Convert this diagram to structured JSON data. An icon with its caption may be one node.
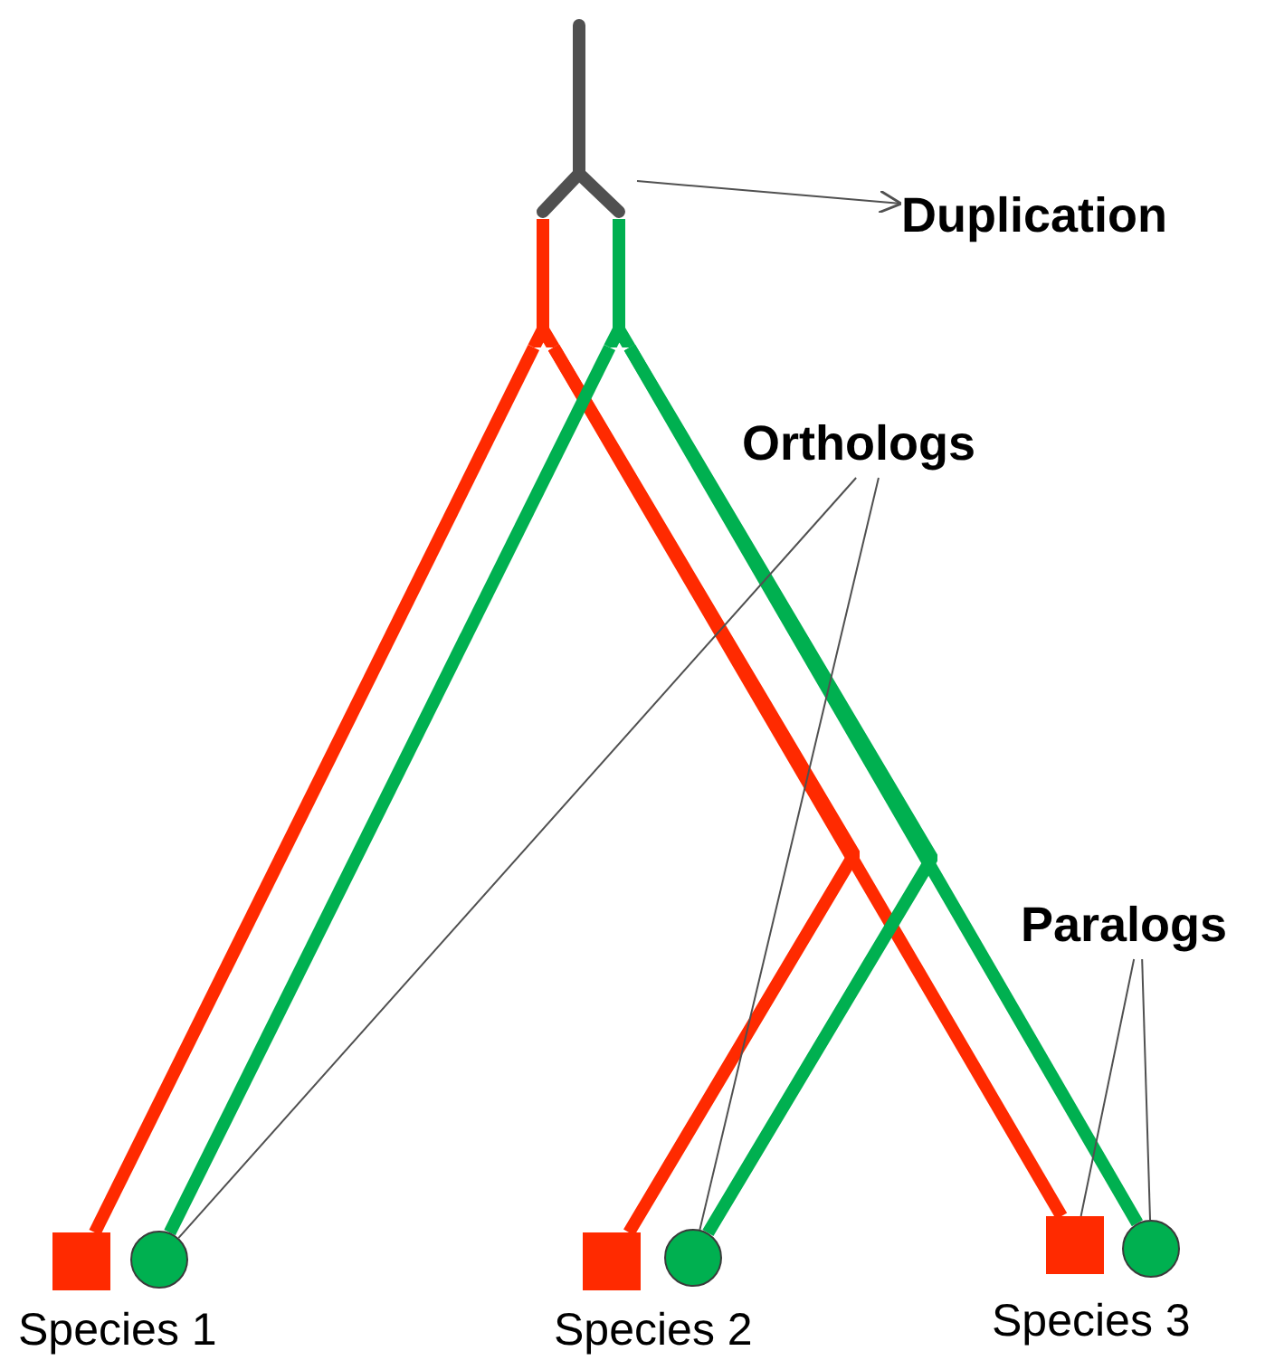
{
  "diagram": {
    "nodes": [
      {
        "text": [
          "Duplication"
        ]
      },
      {
        "text": [
          "Orthologs"
        ]
      },
      {
        "text": [
          "Paralogs"
        ]
      },
      {
        "text": [],
        "shape": "box"
      },
      {
        "text": [],
        "shape": "circle"
      },
      {
        "text": [],
        "shape": "box"
      },
      {
        "text": [],
        "shape": "circle"
      },
      {
        "text": [],
        "shape": "box"
      },
      {
        "text": [],
        "shape": "circle"
      },
      {
        "text": [],
        "shape": "fork"
      }
    ],
    "edges": [
      {
        "from": 9,
        "to": 0,
        "arrow": "to"
      },
      {
        "from": 1,
        "to": 4,
        "arrow": "none"
      },
      {
        "from": 1,
        "to": 6,
        "arrow": "none"
      },
      {
        "from": 2,
        "to": 7,
        "arrow": "none"
      },
      {
        "from": 2,
        "to": 8,
        "arrow": "none"
      },
      {
        "from": 9,
        "to": 3,
        "arrow": "none",
        "color": "#ff2a00"
      },
      {
        "from": 9,
        "to": 5,
        "arrow": "none",
        "color": "#ff2a00"
      },
      {
        "from": 9,
        "to": 7,
        "arrow": "none",
        "color": "#ff2a00"
      },
      {
        "from": 9,
        "to": 4,
        "arrow": "none",
        "color": "#00b050"
      },
      {
        "from": 9,
        "to": 6,
        "arrow": "none",
        "color": "#00b050"
      },
      {
        "from": 9,
        "to": 8,
        "arrow": "none",
        "color": "#00b050"
      }
    ],
    "labels": [
      "Species 1",
      "Species 2",
      "Species 3"
    ]
  }
}
